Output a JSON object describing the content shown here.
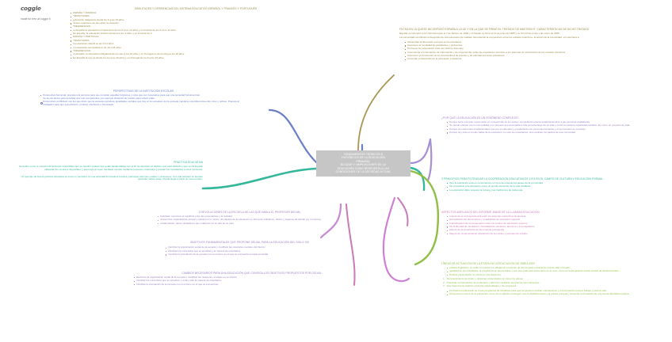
{
  "app": {
    "logo_text": "coggle",
    "tagline": "made for free at coggle.it"
  },
  "central": {
    "line1": "FUNDAMENTOS TEÓRICOS E",
    "line2": "HISTÓRICOS DE LA EDUCACIÓN",
    "line3": "PRIMARIA.",
    "line4": "BLOQUE V: AMPLIACIONES DE LA",
    "line5": "EDUCACIÓN COMO RESPUESTA A LAS",
    "line6": "CONDICIONES DE LA SOCIEDAD ACTUAL",
    "fill_color": "#c6c6c6",
    "text_color": "#ffffff"
  },
  "branches": {
    "similitudes": {
      "color": "#8a7a50",
      "title": "SIMILITUDES Y DIFERENCIAS DEL SISTEMA EDUCATIVO ESPAÑOL Y FRANCÉS Y PORTUGUÉS",
      "items": [
        "ESPAÑA Y FRANCIA:",
        "*SIMILITUDES:",
        "educación obligatoria desde los 6 a los 16 años",
        "Grado superiores de dos años de duración",
        "*DIFERENCIAS:",
        "en España la educación primaria dura de los 6 a los 12 años y en Francia de los 6 a los 11 años",
        "En España, la educación infantil comienza a los 3 años y en Francia los 3.",
        "ESPAÑA Y PORTUGAL:",
        "*SIMILITUDES",
        "La educación infantil es de 3 a 6 años",
        "La educación secundaria es de 12 a 18 años.",
        "*DIFERENCIAS:",
        "en España, la educación obligatoria de los seis a los 16 años y en Portugal es de los Reyes los 18 años",
        "En España la eso va desde los 12 a los 16 años y en Portugal de los 6 a los 15 años"
      ]
    },
    "perspectivas": {
      "color": "#6b7fc9",
      "title": "PERSPECTIVAS DE LA INSTITUCIÓN ESCOLAR",
      "item1": "Perspectiva funcional: prepara a la persona para que cumplan aquellas funciones y roles que son necesarios para que una sociedad funcione bien.",
      "item1b": "Se les da títulos para acreditar que son competentes, por ejemplo titulación de médico para salvar vidas.",
      "item2": "Perspectiva conflictual: son los que dicen que la escuela reproduce igualdades sociales que hay en la sociedad. Así la escuela mantiene una diferencia entre ricos y pobres. Prepara al trabajador para que sea eficiente, puntual, obediente e interesado."
    },
    "practica": {
      "color": "#34b79a",
      "title": "PRÁCTICA EDUCATIVA",
      "p1": "Se define como el conjunto de acciones sostenibles que se pueden evaluar que están desarrolladas con el fin de alcanzar un objetivo que está definido y que se ha logrado utilizando los recursos disponibles y que haya un buen resultado escolar mediante procesos ordenados y pueden ser transferidos a otros contextos.",
      "p2": "Un ejemplo de buena práctica educativa es crear un periódico es una actividad innovadora creativa, participan alumnos, padres y profesores. Con ella también se pueden aprender varias áreas. Puede llegar a durar un curso entero."
    },
    "revoluciones": {
      "color": "#9b7fc4",
      "title": "3 REVOLUCIONES DE LA ESCUELA DE LAS QUE HABLA EL PROFESOR DELVAL",
      "items": [
        "Felicidad: encontrar el equilibrio entre las expectativas y la realidad",
        "Autonomía: capacidad de pensar y actuar por lo mismo. El objetivo de la educación es forma de individuos, felices y capaces de decidir por sí mismos.",
        "Colaboración: hacer ciudadanos que colaboren en la vida de su país"
      ]
    },
    "objetivos": {
      "color": "#9b7fc4",
      "title": "OBJETIVOS FUNDAMENTALES QUE PROPONE DELVAL PARA LA EDUCACIÓN DEL SIGLO XXI",
      "items": [
        "Cambiar la organización social de la escuela y modificar las relaciones sociales del interior",
        "Cambiar los contenidos que se enseñan y la manera de enseñarlos",
        "Cambiar la vinculación de la escuela con el entorno en el que se encuentra escuela-sociedad"
      ]
    },
    "cambios": {
      "color": "#9b7fc4",
      "title": "CAMBIOS NECESARIOS PARA UNA EDUCACIÓN QUE CONSIGA LOS OBJETIVOS PROPUESTOS POR DELVAL:",
      "items": [
        "Reformar la organización social de la escuela y modificar las relaciones sociales en su interior",
        "Cambiar los contenidos que se enseñan, y sobre todo la manera de enseñarlos",
        "Cambiar la vinculación de la escuela con el entorno en el que se encuentran."
      ]
    },
    "maastricht": {
      "color": "#8a7a50",
      "title": "FECHA EN LA QUESE INCORPORÓ ESPAÑA A LA UE Y EN LA QUE SE FIRMÓ EL TRATADO DE MASTRICHT. CARACTERÍSTICAS DE DICHO TRATADO",
      "p1": "España se incorporó a la Unión Europea el 7 de febrero de 1992 y el tratado se firmó el 12 de junio de 1985 y se hizo firme el día 1 de enero de 1986.",
      "p2": "La comunidad contribuirá al desarrollo de una educación de calidad, fomentando la cooperación entre los estados miembros, la acción de la comunidad, sin caminará a:",
      "items": [
        "Desarrollar la dimensión europea en la enseñanza",
        "Favorecer la movilidad de estudiantes y profesores",
        "Promover la cooperación entre los centros docentes",
        "Incrementar el intercambio de información y de experiencias sobre las cuestiones comunes a los sistemas de información de los estados miembros",
        "Favorecer el incremento de los intercambios de jóvenes y de animadores socio educativos",
        "Fomentar el desarrollo de la educación a distancia"
      ]
    },
    "complejo": {
      "color": "#9b7fc4",
      "title": "¿POR QUÉ LA EDUCACIÓN ES UN FENÓMENO COMPLEJO?",
      "items": [
        "Porque tiene una gran repercusión en el desarrollo de los países. Así deberán educar académicamente a las personas analfabetas.",
        "Se puede enfocar como una realidad o un proceso que acompaña a una persona largo de su vida o como un sistema organizado también. Es como un proyecto de vida.",
        "Porque sus elementos fundamentales que son el educador y el educando son personas humanas y el ser humano es complejo",
        "Porque hoy todo el mundo habla de la educación, no solo los enseñantes, sino también los padres de una comunidad"
      ]
    },
    "principios": {
      "color": "#34b79a",
      "title": "3 PRINCIPIOS PARA POTENCIAR LA COOPERACIÓN EDUCATIVA DE 1974 EN EL CAMPO DE CULTURA Y EDUCACIÓN FORMAL:",
      "items": [
        "Que la educación está en consonancia con la economía de los países de la comunidad",
        "No considerar a la educación como un simple elemento de la vida cotidiana",
        "La educación debe respetar la cultura y las tradiciones de cada país."
      ]
    },
    "janne": {
      "color": "#c97ab8",
      "title": "ASPECTOS AMPLIADOS DEL INFORME JANNE DE LA LLAMADA EDUCACIÓN",
      "items": [
        "mejora de la correspondencia entre los sistemas educativos de Europa",
        "Recopilación de documentos y estadísticas de educación superior",
        "Intensificación de la cooperación entre los centros de educación superior",
        "De la libertad de circulación, innovilidad de docentes, alumnos e investigadores",
        "Mejora de la enseñanza de las lenguas extranjeras",
        "Mejora de reconocimiento académico de los títulos y periodos de estudio"
      ]
    },
    "lineas": {
      "color": "#8fbf45",
      "title": "LÍNEAS DE ACTUACIÓN DE LA ETAPA EN LA EDUCACIÓN DE 1986 A 1992",
      "items_a": [
        "política lingüística: en todos los países es obligatorio el estudio de dos lenguas extranjeras una de ellas el inglés.",
        "igualdad de oportunidades: la enseñanza se democratiza y que sea igual para todos tanto en el sexo, como en la integración social escolar de desfavorecidos.",
        "Política universitaria: se centra en tres aspectos:"
      ],
      "numbered": [
        "Reconocimiento de títulos y diplomas universitarios en todos los países.",
        "Potenciar el intercambio de profesores y alumnos mediante programas como Erasmus.",
        "Que haya buena relación entre las universidades y las empresas."
      ],
      "items_b": [
        "Formación profesional: se crean programas de iniciativas para que los jóvenes reciban orientaciones y una formación para el trabajo y para la vida.",
        "Dimensión europea de la educación: tiene como objetivo conseguir una mentalidad nueva y la cultura europea y fomentar la formación de una nueva identidad europea."
      ]
    }
  }
}
